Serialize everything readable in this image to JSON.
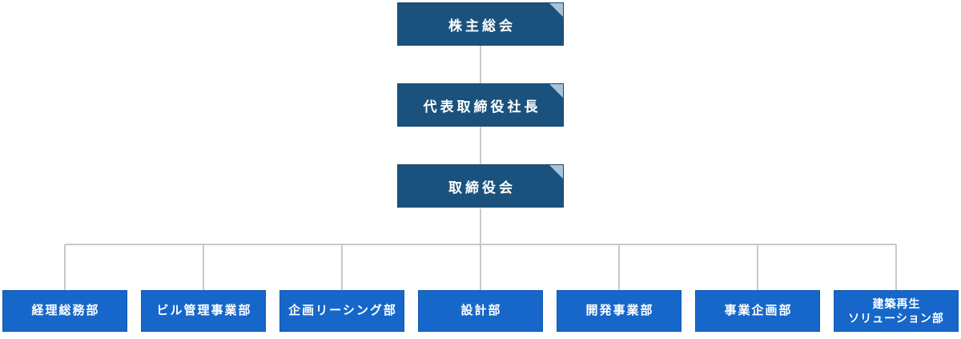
{
  "org_chart": {
    "colors": {
      "executive_box": "#1a527d",
      "executive_box_border": "#16466b",
      "fold_corner": "#a7c3d9",
      "department_box": "#1667c9",
      "department_box_border": "#1159b0",
      "connector_line": "#c9c9c9",
      "text": "#ffffff"
    },
    "executive_nodes": [
      {
        "label": "株主総会"
      },
      {
        "label": "代表取締役社長"
      },
      {
        "label": "取締役会"
      }
    ],
    "department_nodes": [
      {
        "label": "経理総務部"
      },
      {
        "label": "ビル管理事業部"
      },
      {
        "label": "企画リーシング部"
      },
      {
        "label": "設計部"
      },
      {
        "label": "開発事業部"
      },
      {
        "label": "事業企画部"
      },
      {
        "label": "建築再生\nソリューション部"
      }
    ]
  }
}
